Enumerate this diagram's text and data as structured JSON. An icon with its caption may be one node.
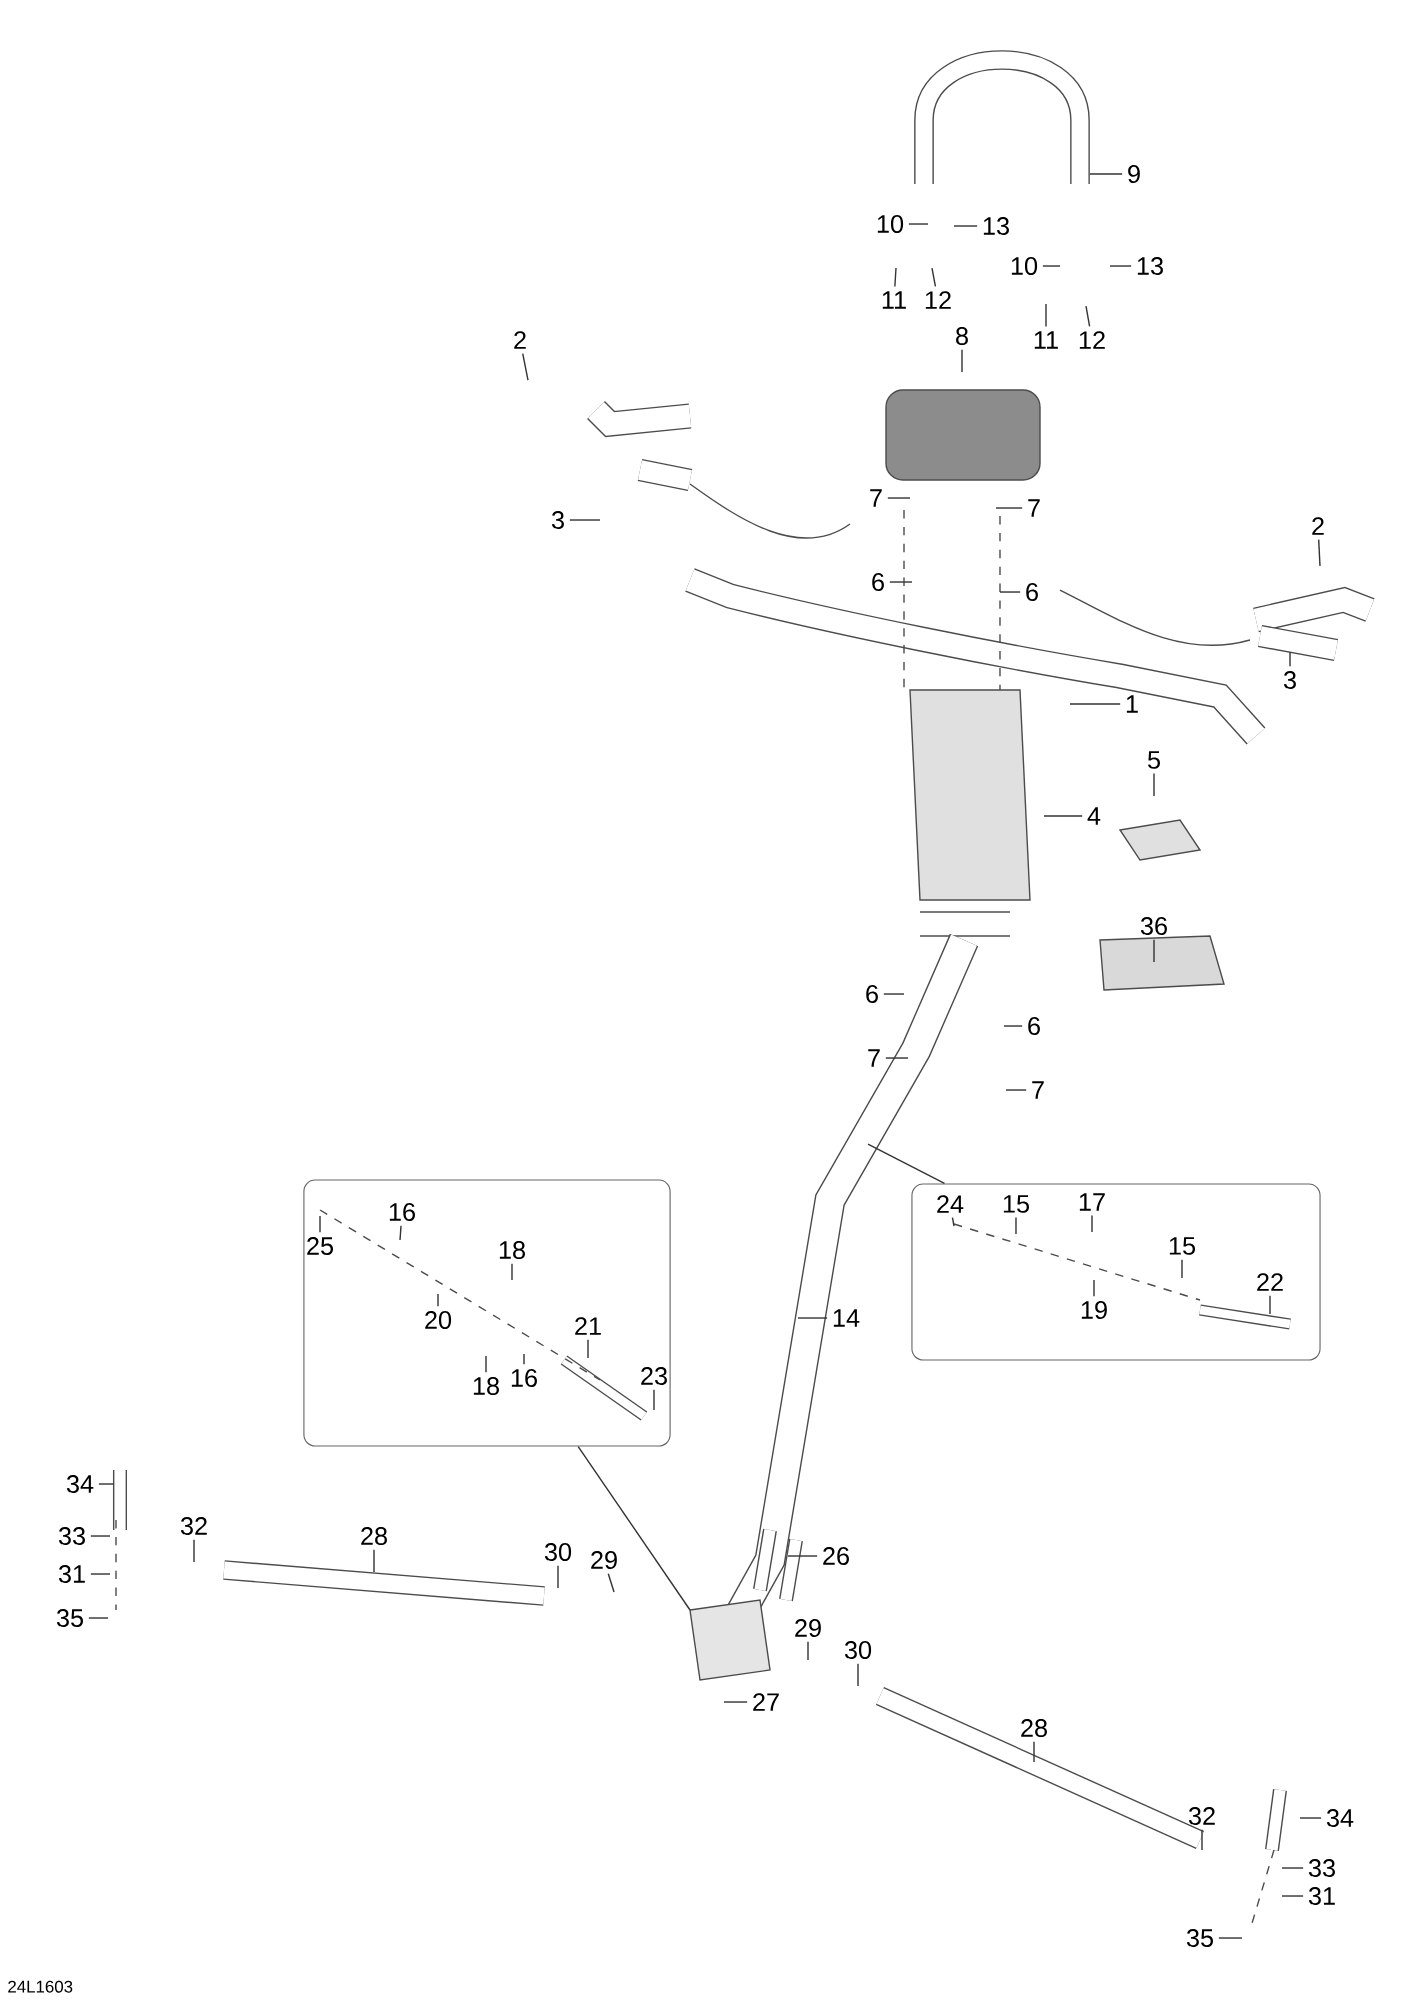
{
  "diagram": {
    "nodes": [
      {
        "text": [
          "9"
        ]
      },
      {
        "text": [
          "10"
        ]
      },
      {
        "text": [
          "13"
        ]
      },
      {
        "text": [
          "11"
        ]
      },
      {
        "text": [
          "12"
        ]
      },
      {
        "text": [
          "10"
        ]
      },
      {
        "text": [
          "13"
        ]
      },
      {
        "text": [
          "11"
        ]
      },
      {
        "text": [
          "12"
        ]
      },
      {
        "text": [
          "8"
        ]
      },
      {
        "text": [
          "2"
        ]
      },
      {
        "text": [
          "3"
        ]
      },
      {
        "text": [
          "7"
        ]
      },
      {
        "text": [
          "7"
        ]
      },
      {
        "text": [
          "6"
        ]
      },
      {
        "text": [
          "6"
        ]
      },
      {
        "text": [
          "2"
        ]
      },
      {
        "text": [
          "3"
        ]
      },
      {
        "text": [
          "1"
        ]
      },
      {
        "text": [
          "4"
        ]
      },
      {
        "text": [
          "5"
        ]
      },
      {
        "text": [
          "36"
        ]
      },
      {
        "text": [
          "6"
        ]
      },
      {
        "text": [
          "6"
        ]
      },
      {
        "text": [
          "7"
        ]
      },
      {
        "text": [
          "7"
        ]
      },
      {
        "text": [
          "14"
        ]
      },
      {
        "text": [],
        "shape": "box"
      },
      {
        "text": [
          "16"
        ],
        "in": 27
      },
      {
        "text": [
          "25"
        ],
        "in": 27
      },
      {
        "text": [
          "18"
        ],
        "in": 27
      },
      {
        "text": [
          "20"
        ],
        "in": 27
      },
      {
        "text": [
          "21"
        ],
        "in": 27
      },
      {
        "text": [
          "18"
        ],
        "in": 27
      },
      {
        "text": [
          "16"
        ],
        "in": 27
      },
      {
        "text": [
          "23"
        ],
        "in": 27
      },
      {
        "text": [],
        "shape": "box"
      },
      {
        "text": [
          "24"
        ],
        "in": 36
      },
      {
        "text": [
          "15"
        ],
        "in": 36
      },
      {
        "text": [
          "17"
        ],
        "in": 36
      },
      {
        "text": [
          "15"
        ],
        "in": 36
      },
      {
        "text": [
          "19"
        ],
        "in": 36
      },
      {
        "text": [
          "22"
        ],
        "in": 36
      },
      {
        "text": [
          "34"
        ]
      },
      {
        "text": [
          "33"
        ]
      },
      {
        "text": [
          "31"
        ]
      },
      {
        "text": [
          "35"
        ]
      },
      {
        "text": [
          "32"
        ]
      },
      {
        "text": [
          "28"
        ]
      },
      {
        "text": [
          "30"
        ]
      },
      {
        "text": [
          "29"
        ]
      },
      {
        "text": [
          "26"
        ]
      },
      {
        "text": [
          "27"
        ]
      },
      {
        "text": [
          "29"
        ]
      },
      {
        "text": [
          "30"
        ]
      },
      {
        "text": [
          "28"
        ]
      },
      {
        "text": [
          "32"
        ]
      },
      {
        "text": [
          "34"
        ]
      },
      {
        "text": [
          "33"
        ]
      },
      {
        "text": [
          "31"
        ]
      },
      {
        "text": [
          "35"
        ]
      }
    ],
    "edges": [
      {
        "from": 0,
        "to": null,
        "arrow": "none"
      },
      {
        "from": 1,
        "to": null,
        "arrow": "none"
      },
      {
        "from": 2,
        "to": null,
        "arrow": "none"
      },
      {
        "from": 3,
        "to": null,
        "arrow": "none"
      },
      {
        "from": 4,
        "to": null,
        "arrow": "none"
      },
      {
        "from": 5,
        "to": null,
        "arrow": "none"
      },
      {
        "from": 6,
        "to": null,
        "arrow": "none"
      },
      {
        "from": 7,
        "to": null,
        "arrow": "none"
      },
      {
        "from": 8,
        "to": null,
        "arrow": "none"
      },
      {
        "from": 9,
        "to": null,
        "arrow": "none"
      },
      {
        "from": 10,
        "to": null,
        "arrow": "none"
      },
      {
        "from": 11,
        "to": null,
        "arrow": "none"
      },
      {
        "from": 12,
        "to": null,
        "arrow": "none"
      },
      {
        "from": 13,
        "to": null,
        "arrow": "none"
      },
      {
        "from": 14,
        "to": null,
        "arrow": "none"
      },
      {
        "from": 15,
        "to": null,
        "arrow": "none"
      },
      {
        "from": 16,
        "to": null,
        "arrow": "none"
      },
      {
        "from": 17,
        "to": null,
        "arrow": "none"
      },
      {
        "from": 18,
        "to": null,
        "arrow": "none"
      },
      {
        "from": 19,
        "to": null,
        "arrow": "none"
      },
      {
        "from": 20,
        "to": null,
        "arrow": "none"
      },
      {
        "from": 21,
        "to": null,
        "arrow": "none"
      },
      {
        "from": 22,
        "to": null,
        "arrow": "none"
      },
      {
        "from": 23,
        "to": null,
        "arrow": "none"
      },
      {
        "from": 24,
        "to": null,
        "arrow": "none"
      },
      {
        "from": 25,
        "to": null,
        "arrow": "none"
      },
      {
        "from": 26,
        "to": null,
        "arrow": "none"
      },
      {
        "from": 27,
        "to": null,
        "arrow": "none"
      },
      {
        "from": 28,
        "to": null,
        "arrow": "none"
      },
      {
        "from": 29,
        "to": null,
        "arrow": "none"
      },
      {
        "from": 30,
        "to": null,
        "arrow": "none"
      },
      {
        "from": 31,
        "to": null,
        "arrow": "none"
      },
      {
        "from": 32,
        "to": null,
        "arrow": "none"
      },
      {
        "from": 33,
        "to": null,
        "arrow": "none"
      },
      {
        "from": 34,
        "to": null,
        "arrow": "none"
      },
      {
        "from": 35,
        "to": null,
        "arrow": "none"
      },
      {
        "from": 36,
        "to": null,
        "arrow": "none"
      },
      {
        "from": 37,
        "to": null,
        "arrow": "none"
      },
      {
        "from": 38,
        "to": null,
        "arrow": "none"
      },
      {
        "from": 39,
        "to": null,
        "arrow": "none"
      },
      {
        "from": 40,
        "to": null,
        "arrow": "none"
      },
      {
        "from": 41,
        "to": null,
        "arrow": "none"
      },
      {
        "from": 42,
        "to": null,
        "arrow": "none"
      },
      {
        "from": 43,
        "to": null,
        "arrow": "none"
      },
      {
        "from": 44,
        "to": null,
        "arrow": "none"
      },
      {
        "from": 45,
        "to": null,
        "arrow": "none"
      },
      {
        "from": 46,
        "to": null,
        "arrow": "none"
      },
      {
        "from": 47,
        "to": null,
        "arrow": "none"
      },
      {
        "from": 48,
        "to": null,
        "arrow": "none"
      },
      {
        "from": 49,
        "to": null,
        "arrow": "none"
      },
      {
        "from": 50,
        "to": null,
        "arrow": "none"
      },
      {
        "from": 51,
        "to": null,
        "arrow": "none"
      },
      {
        "from": 52,
        "to": null,
        "arrow": "none"
      },
      {
        "from": 53,
        "to": null,
        "arrow": "none"
      },
      {
        "from": 54,
        "to": null,
        "arrow": "none"
      },
      {
        "from": 55,
        "to": null,
        "arrow": "none"
      },
      {
        "from": 56,
        "to": null,
        "arrow": "none"
      },
      {
        "from": 57,
        "to": null,
        "arrow": "none"
      },
      {
        "from": 58,
        "to": null,
        "arrow": "none"
      },
      {
        "from": 59,
        "to": null,
        "arrow": "none"
      },
      {
        "from": 60,
        "to": null,
        "arrow": "none"
      }
    ],
    "labels": [
      "24L1603"
    ]
  }
}
